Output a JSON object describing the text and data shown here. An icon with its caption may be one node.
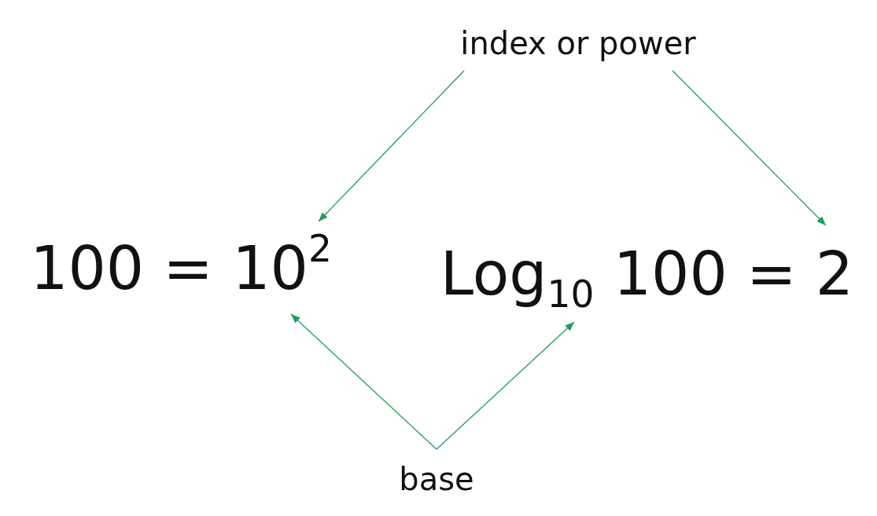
{
  "diagram": {
    "nodes": [
      {
        "text": [
          "index or power"
        ]
      },
      {
        "text": [
          "100 = 10$^{2}$"
        ]
      },
      {
        "text": [
          "Log$_{10}$ 100 = 2"
        ]
      },
      {
        "text": [
          "base"
        ]
      }
    ],
    "edges": [
      {
        "from": 0,
        "to": 1,
        "arrow": "to"
      },
      {
        "from": 0,
        "to": 2,
        "arrow": "to"
      },
      {
        "from": 3,
        "to": 1,
        "arrow": "to"
      },
      {
        "from": 3,
        "to": 2,
        "arrow": "to"
      }
    ]
  }
}
